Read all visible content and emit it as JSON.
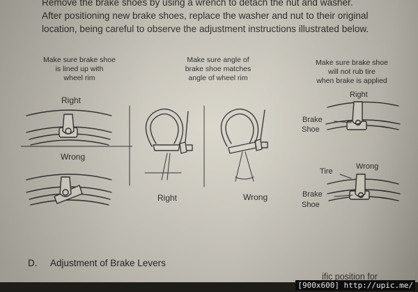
{
  "intro": {
    "line1": "Remove the brake shoes by using a wrench to detach the nut and washer.",
    "line2": "After positioning new brake shoes, replace the washer and nut to their original",
    "line3": "location, being careful to observe the adjustment instructions illustrated below."
  },
  "panels": {
    "left": {
      "caption": [
        "Make sure brake shoe",
        "is lined up with",
        "wheel rim"
      ],
      "right_label": "Right",
      "wrong_label": "Wrong"
    },
    "middle": {
      "caption": [
        "Make sure angle of",
        "brake shoe matches",
        "angle of wheel rim"
      ],
      "right_label": "Right",
      "wrong_label": "Wrong"
    },
    "right": {
      "caption": [
        "Make sure brake shoe",
        "will not rub tire",
        "when brake is applied"
      ],
      "right_label": "Right",
      "wrong_label": "Wrong",
      "brake": "Brake",
      "shoe": "Shoe",
      "tire": "Tire"
    }
  },
  "section": {
    "letter": "D.",
    "title": "Adjustment of Brake Levers"
  },
  "bottom_fragment": "ific position for",
  "footer": "[900x600] http://upic.me/"
}
